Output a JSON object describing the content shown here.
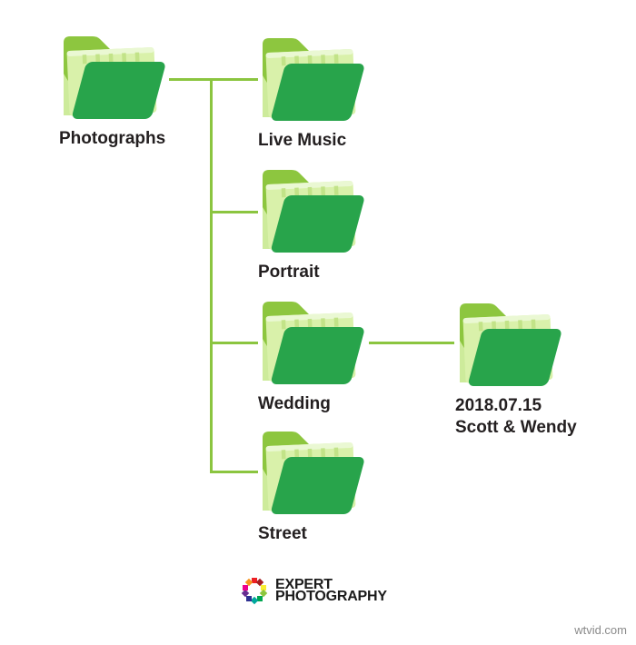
{
  "diagram": {
    "root": {
      "label": "Photographs"
    },
    "children": [
      {
        "id": "live-music",
        "label": "Live Music"
      },
      {
        "id": "portrait",
        "label": "Portrait"
      },
      {
        "id": "wedding",
        "label": "Wedding"
      },
      {
        "id": "street",
        "label": "Street"
      }
    ],
    "grandchild": {
      "parent": "Wedding",
      "label_line1": "2018.07.15",
      "label_line2": "Scott & Wendy"
    }
  },
  "logo": {
    "line1": "EXPERT",
    "line2": "PHOTOGRAPHY",
    "wheel_colors": [
      "#ed2024",
      "#a51d21",
      "#f9ed32",
      "#8dc63f",
      "#00a651",
      "#00a79d",
      "#2e3192",
      "#662d91",
      "#ec008c",
      "#f7941d"
    ]
  },
  "watermark": "wtvid.com",
  "colors": {
    "folder_front": "#28a44b",
    "folder_back": "#8dc63f",
    "paper": "#d9f1aa",
    "paper_light": "#eaf8d3",
    "paper_tick": "#c2e388",
    "paper_fold": "#cdeb9b",
    "line": "#8bc540",
    "text": "#231f20",
    "logo_text": "#1b1b1b",
    "watermark": "#8a8a8a"
  }
}
